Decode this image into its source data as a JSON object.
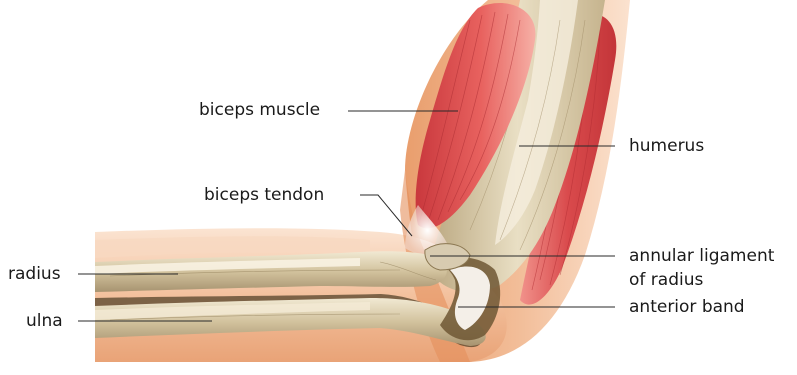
{
  "labels": {
    "biceps_muscle": "biceps muscle",
    "biceps_tendon": "biceps tendon",
    "humerus": "humerus",
    "radius": "radius",
    "ulna": "ulna",
    "annular_ligament_line1": "annular ligament",
    "annular_ligament_line2": "of radius",
    "anterior_band": "anterior band"
  },
  "colors": {
    "skin": "#eeae82",
    "skin_light": "#f6d3b6",
    "muscle": "#d9474b",
    "muscle_light": "#f29a94",
    "bone": "#cdbd96",
    "bone_light": "#ebe2c9",
    "bone_dark": "#6e5a3c",
    "tendon": "#f3ece4",
    "leader_line": "#2a2a2a"
  }
}
